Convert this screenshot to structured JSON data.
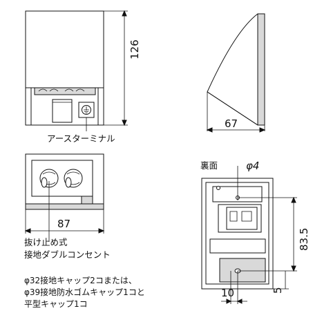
{
  "front_view": {
    "height_label": "126",
    "earth_terminal_label": "アースターミナル"
  },
  "side_view": {
    "depth_label": "67"
  },
  "bottom_view": {
    "width_label": "87",
    "outlet_label_line1": "抜け止め式",
    "outlet_label_line2": "接地ダブルコンセント"
  },
  "back_view": {
    "back_label": "裏面",
    "hole_label": "φ4",
    "pitch_label": "83.5",
    "horizontal_offset_label": "10",
    "vertical_offset_label": "5"
  },
  "notes": {
    "line1": "φ32接地キャップ2コまたは、",
    "line2": "φ39接地防水ゴムキャップ1コと",
    "line3": "平型キャップ1コ"
  }
}
